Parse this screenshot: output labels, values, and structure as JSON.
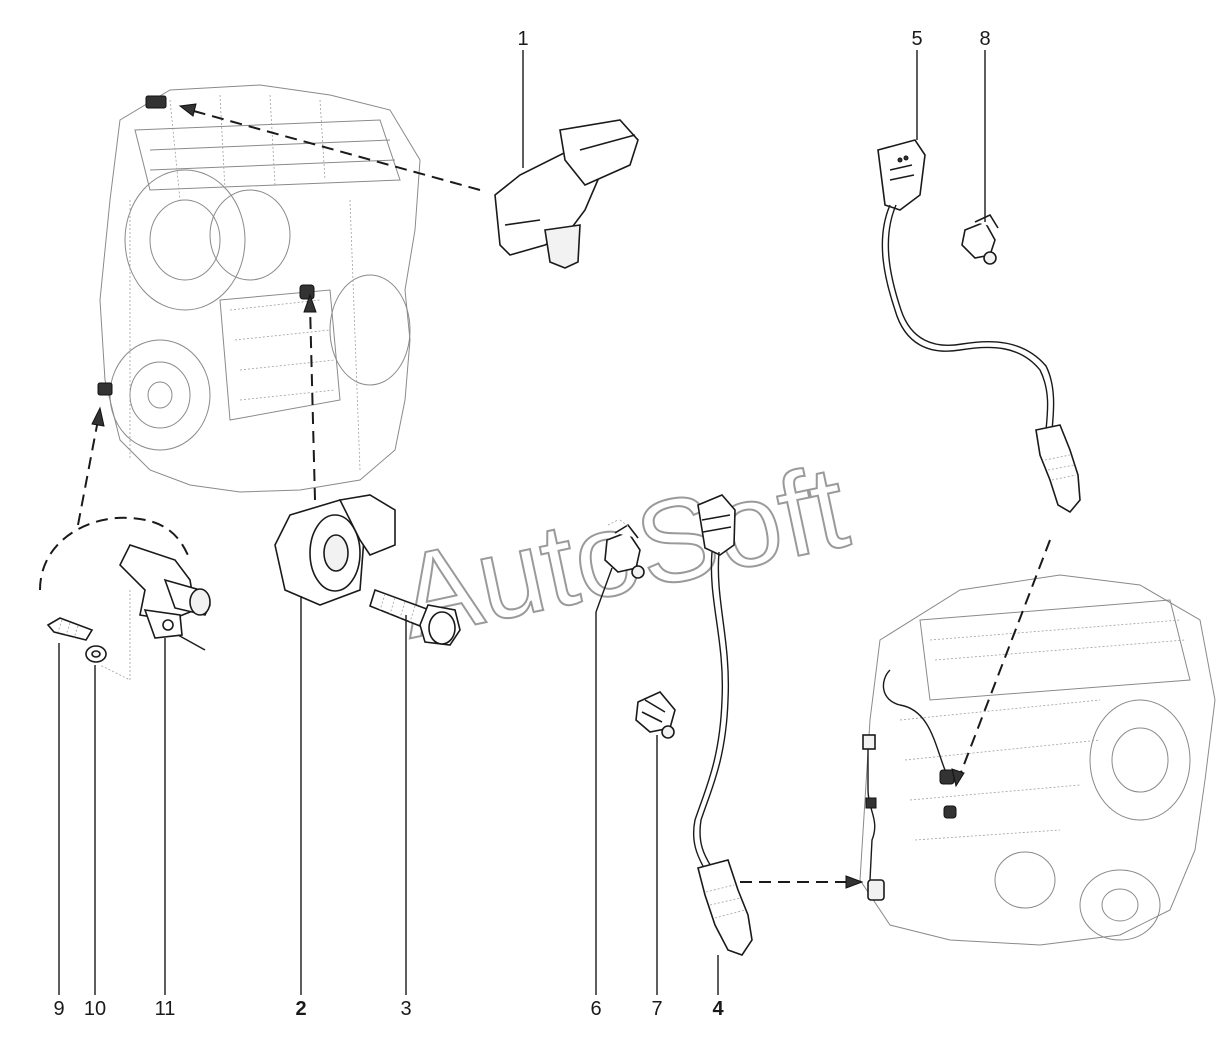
{
  "watermark": "AutoSoft",
  "callouts": [
    {
      "id": "c1",
      "label": "1",
      "bold": false
    },
    {
      "id": "c5",
      "label": "5",
      "bold": false
    },
    {
      "id": "c8",
      "label": "8",
      "bold": false
    },
    {
      "id": "c9",
      "label": "9",
      "bold": false
    },
    {
      "id": "c10",
      "label": "10",
      "bold": false
    },
    {
      "id": "c11",
      "label": "11",
      "bold": false
    },
    {
      "id": "c2",
      "label": "2",
      "bold": true
    },
    {
      "id": "c3",
      "label": "3",
      "bold": false
    },
    {
      "id": "c6",
      "label": "6",
      "bold": false
    },
    {
      "id": "c7",
      "label": "7",
      "bold": false
    },
    {
      "id": "c4",
      "label": "4",
      "bold": true
    }
  ]
}
